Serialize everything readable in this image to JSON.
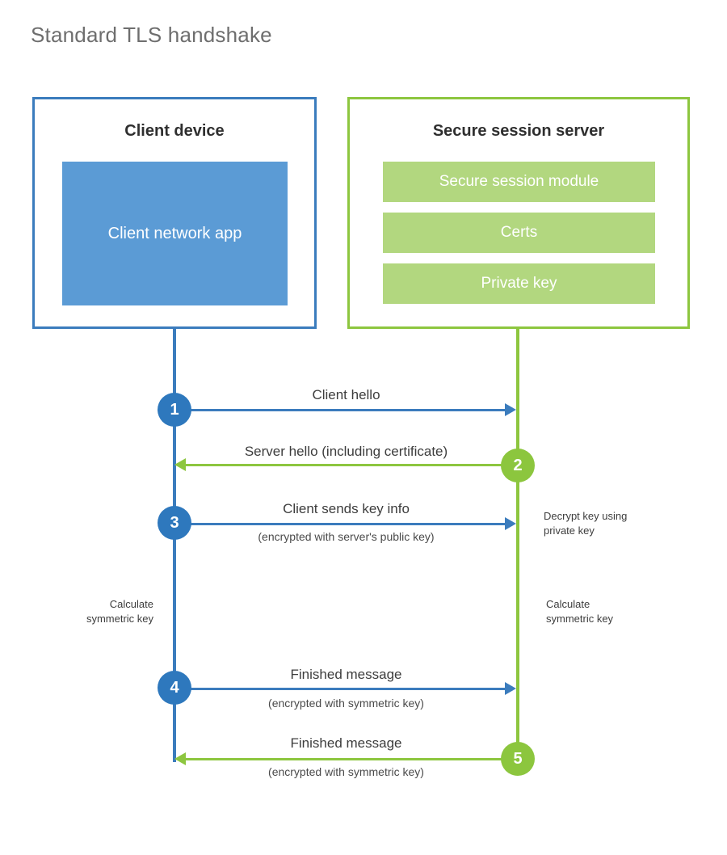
{
  "title": "Standard TLS handshake",
  "colors": {
    "client_blue": "#3b7cbd",
    "client_app_fill": "#5b9bd5",
    "server_green": "#8dc63f",
    "server_bar_fill": "#b2d77f",
    "circle_blue": "#2e78bd",
    "circle_green": "#8cc63e",
    "title_gray": "#6e6e6e",
    "text_dark": "#3d3d3d"
  },
  "client": {
    "title": "Client device",
    "app_label": "Client network app"
  },
  "server": {
    "title": "Secure session server",
    "modules": [
      {
        "label": "Secure session module"
      },
      {
        "label": "Certs"
      },
      {
        "label": "Private key"
      }
    ]
  },
  "steps": [
    {
      "number": "1",
      "direction": "client-to-server",
      "primary": "Client hello",
      "secondary": ""
    },
    {
      "number": "2",
      "direction": "server-to-client",
      "primary": "Server hello (including certificate)",
      "secondary": ""
    },
    {
      "number": "3",
      "direction": "client-to-server",
      "primary": "Client sends key info",
      "secondary": "(encrypted with server's public key)"
    },
    {
      "number": "4",
      "direction": "client-to-server",
      "primary": "Finished message",
      "secondary": "(encrypted with symmetric key)"
    },
    {
      "number": "5",
      "direction": "server-to-client",
      "primary": "Finished message",
      "secondary": "(encrypted with symmetric key)"
    }
  ],
  "annotations": {
    "server_decrypt": "Decrypt key using\nprivate key",
    "client_calculate": "Calculate\nsymmetric key",
    "server_calculate": "Calculate\nsymmetric key"
  }
}
